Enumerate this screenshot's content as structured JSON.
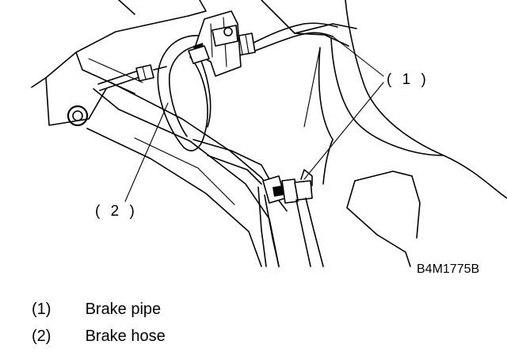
{
  "diagram": {
    "callouts": [
      {
        "id": "1",
        "label": "( 1 )"
      },
      {
        "id": "2",
        "label": "( 2 )"
      }
    ],
    "figure_code": "B4M1775B"
  },
  "legend": [
    {
      "num": "(1)",
      "label": "Brake pipe"
    },
    {
      "num": "(2)",
      "label": "Brake hose"
    }
  ]
}
